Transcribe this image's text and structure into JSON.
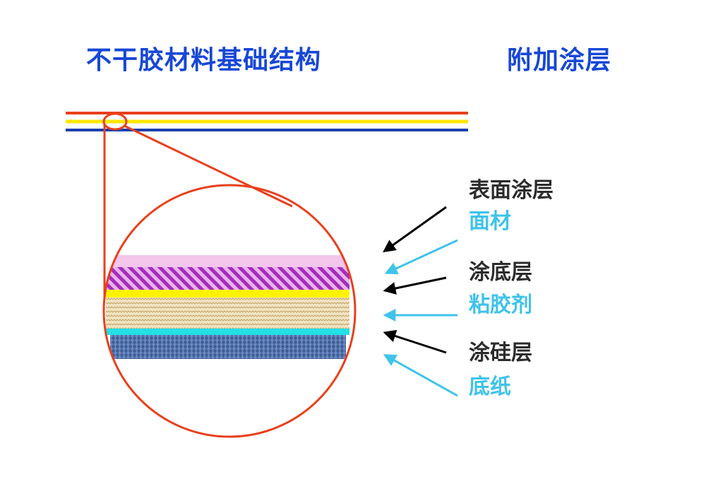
{
  "title_left": "不干胶材料基础结构",
  "title_right": "附加涂层",
  "labels": [
    {
      "text": "表面涂层",
      "color": "#2b2b2b"
    },
    {
      "text": "面材",
      "color": "#3ec3ea"
    },
    {
      "text": "涂底层",
      "color": "#2b2b2b"
    },
    {
      "text": "粘胶剂",
      "color": "#3ec3ea"
    },
    {
      "text": "涂硅层",
      "color": "#2b2b2b"
    },
    {
      "text": "底纸",
      "color": "#3ec3ea"
    }
  ],
  "colors": {
    "title": "#1747d6",
    "outline": "#e8401c",
    "arrow_black": "#000000",
    "arrow_cyan": "#3ec3ea",
    "layer_surface_coat": "#f3c6ec",
    "layer_face_stock": "#b038c4",
    "layer_primer": "#fff200",
    "layer_adhesive": "#e6d6a8",
    "layer_silicone": "#22e0e6",
    "layer_backing": "#5a78b0",
    "thin_line_yellow": "#ffe600",
    "thin_line_blue": "#1a3fb0"
  }
}
